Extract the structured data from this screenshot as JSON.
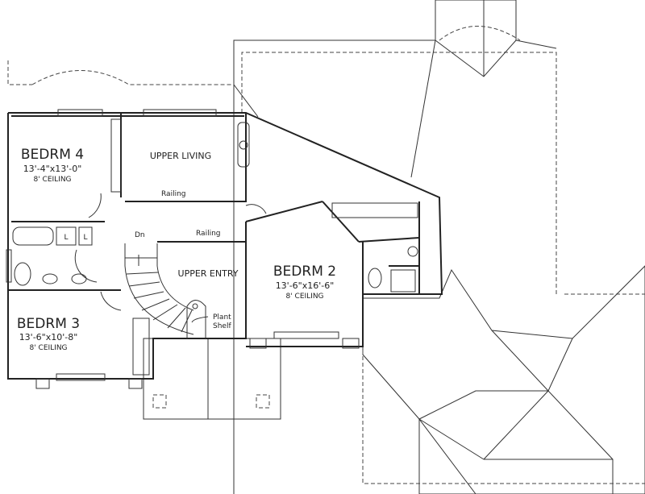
{
  "rooms": {
    "bedrm4": {
      "name": "BEDRM 4",
      "size": "13'-4\"x13'-0\"",
      "ceiling": "8' CEILING"
    },
    "upper_living": {
      "name": "UPPER LIVING"
    },
    "upper_entry": {
      "name": "UPPER ENTRY"
    },
    "bedrm2": {
      "name": "BEDRM 2",
      "size": "13'-6\"x16'-6\"",
      "ceiling": "8' CEILING"
    },
    "bedrm3": {
      "name": "BEDRM 3",
      "size": "13'-6\"x10'-8\"",
      "ceiling": "8' CEILING"
    }
  },
  "notes": {
    "railing_living": "Railing",
    "railing_entry": "Railing",
    "stair_down": "Dn",
    "plant_shelf_1": "Plant",
    "plant_shelf_2": "Shelf",
    "linen_1": "L",
    "linen_2": "L"
  }
}
